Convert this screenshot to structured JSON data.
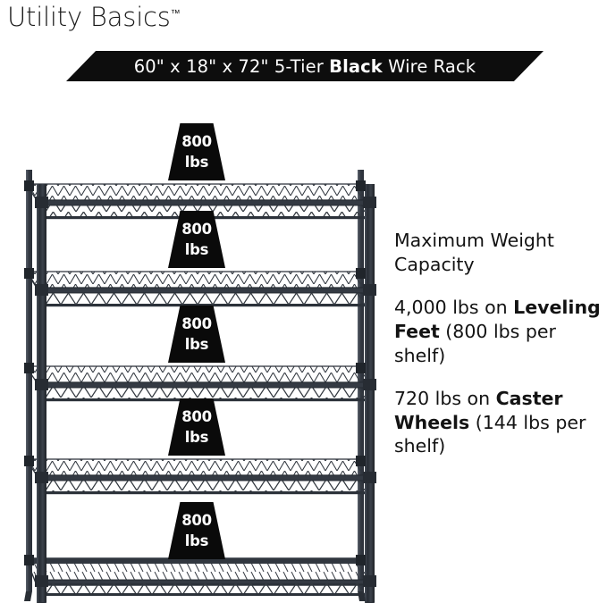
{
  "brand": {
    "name": "Utility Basics",
    "trademark": "™"
  },
  "banner": {
    "full_text": "60\" x 18\" x 72\" 5-Tier Black Wire Rack",
    "prefix": "60\" x 18\" x 72\" 5-Tier ",
    "emphasis": "Black",
    "suffix": " Wire Rack",
    "background_color": "#0d0d0d",
    "text_color": "#ffffff"
  },
  "product": {
    "tiers": 5,
    "width_in": "60\"",
    "depth_in": "18\"",
    "height_in": "72\"",
    "color": "Black",
    "type": "Wire Rack"
  },
  "shelf_labels": [
    {
      "amount": "800",
      "unit": "lbs"
    },
    {
      "amount": "800",
      "unit": "lbs"
    },
    {
      "amount": "800",
      "unit": "lbs"
    },
    {
      "amount": "800",
      "unit": "lbs"
    },
    {
      "amount": "800",
      "unit": "lbs"
    }
  ],
  "info_panel": {
    "heading": "Maximum Weight Capacity",
    "leveling_feet": {
      "total": "4,000 lbs on ",
      "emphasis": "Leveling Feet",
      "detail": " (800 lbs per shelf)"
    },
    "caster_wheels": {
      "total": "720 lbs on ",
      "emphasis": "Caster Wheels",
      "detail": " (144 lbs per shelf)"
    }
  },
  "colors": {
    "frame": "#2b3038",
    "wire": "#3a4049",
    "accent_black": "#0a0a0a",
    "background": "#ffffff"
  }
}
